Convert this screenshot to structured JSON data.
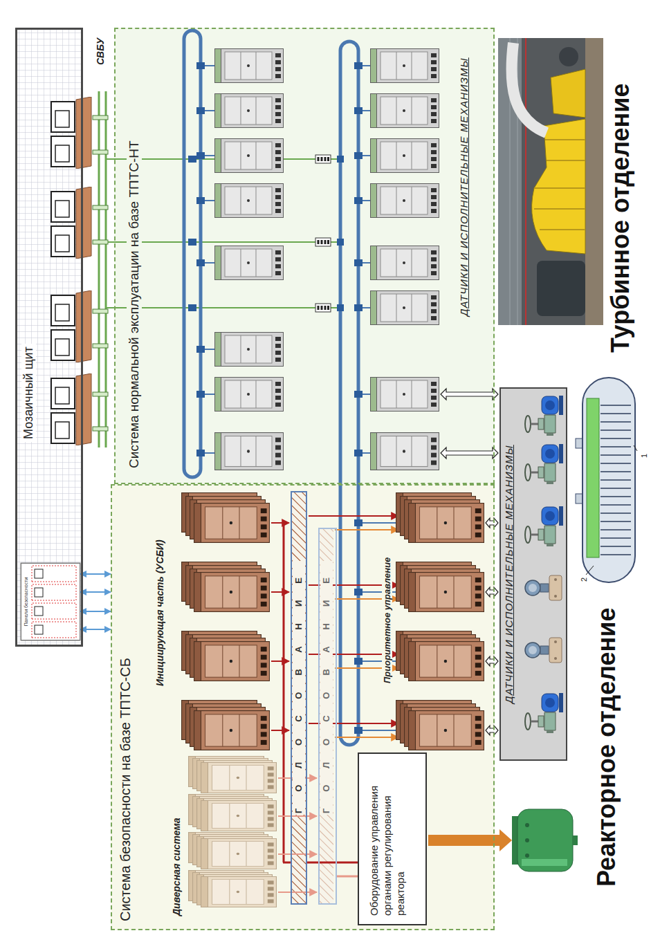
{
  "diagram": {
    "nodes": [
      {
        "text": [
          "Мозаичный щит"
        ]
      },
      {
        "text": [
          "Панели безопасности"
        ],
        "in": 0
      },
      {
        "text": [
          "Система нормальной эксплуатации на базе ТПТС-НТ"
        ]
      },
      {
        "text": [
          "Система безопасности на базе ТПТС-СБ"
        ]
      },
      {
        "text": [
          "ГОЛОСОВАНИЕ"
        ],
        "in": 3
      },
      {
        "text": [
          "ГОЛОСОВАНИЕ"
        ],
        "in": 3
      },
      {
        "text": [
          "Оборудование управления органами регулирования реактора"
        ],
        "in": 3
      },
      {
        "text": [
          "ДАТЧИКИ И ИСПОЛНИТЕЛЬНЫЕ МЕХАНИЗМЫ"
        ]
      }
    ],
    "edges": [
      {
        "from": 1,
        "to": 3,
        "arrow": "both"
      },
      {
        "from": 1,
        "to": 3,
        "arrow": "both"
      },
      {
        "from": 1,
        "to": 3,
        "arrow": "both"
      },
      {
        "from": 1,
        "to": 3,
        "arrow": "both"
      },
      {
        "from": 4,
        "to": 6,
        "arrow": "none"
      },
      {
        "from": 5,
        "to": 6,
        "arrow": "none"
      }
    ],
    "labels": [
      "СВБУ",
      "ДАТЧИКИ И ИСПОЛНИТЕЛЬНЫЕ МЕХАНИЗМЫ",
      "Турбинное отделение",
      "Инициирующая часть (УСБИ)",
      "Диверсная система",
      "Приоритетное управление",
      "Реакторное отделение",
      "1",
      "2"
    ]
  }
}
